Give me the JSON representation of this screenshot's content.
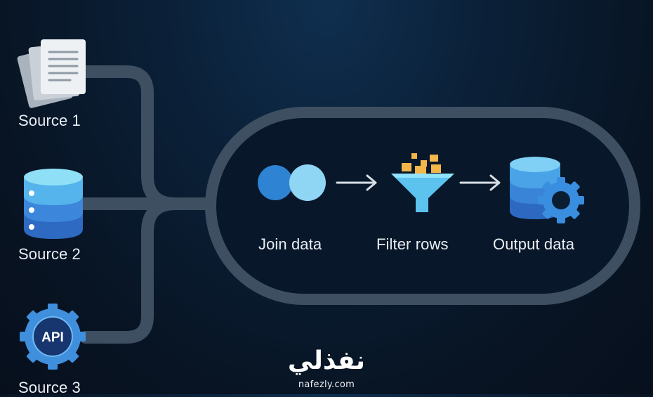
{
  "sources": [
    {
      "label": "Source 1",
      "icon": "document-stack-icon"
    },
    {
      "label": "Source 2",
      "icon": "database-icon"
    },
    {
      "label": "Source 3",
      "icon": "api-gear-icon",
      "badge": "API"
    }
  ],
  "steps": [
    {
      "label": "Join data",
      "icon": "join-circles-icon"
    },
    {
      "label": "Filter rows",
      "icon": "funnel-icon"
    },
    {
      "label": "Output data",
      "icon": "database-gear-icon"
    }
  ],
  "watermark": {
    "arabic": "نفذلي",
    "url": "nafezly.com"
  },
  "colors": {
    "background": "#081525",
    "connector": "#3d4f61",
    "accent_blue": "#3b8fd6",
    "accent_light": "#8fd6f5",
    "accent_gold": "#f2b64a"
  }
}
